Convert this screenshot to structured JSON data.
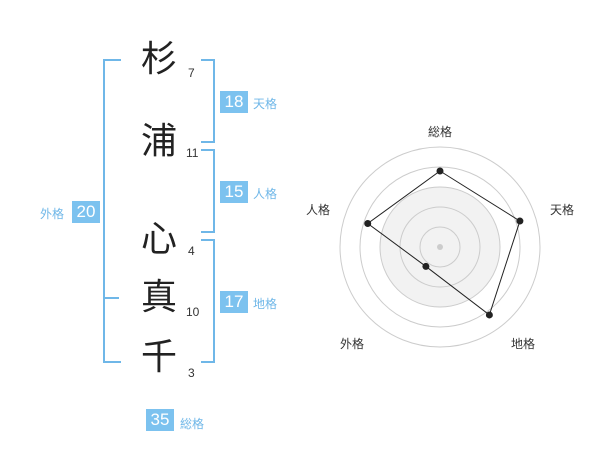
{
  "name": {
    "chars": [
      {
        "char": "杉",
        "strokes": "7"
      },
      {
        "char": "浦",
        "strokes": "11"
      },
      {
        "char": "心",
        "strokes": "4"
      },
      {
        "char": "真",
        "strokes": "10"
      },
      {
        "char": "千",
        "strokes": "3"
      }
    ]
  },
  "scores": {
    "tenkaku": {
      "value": "18",
      "label": "天格"
    },
    "jinkaku": {
      "value": "15",
      "label": "人格"
    },
    "chikaku": {
      "value": "17",
      "label": "地格"
    },
    "gaikaku": {
      "value": "20",
      "label": "外格"
    },
    "soukaku": {
      "value": "35",
      "label": "総格"
    }
  },
  "colors": {
    "accent": "#7cc2ef",
    "bracket": "#6fb7e8",
    "radar_fill": "#f2f2f2",
    "radar_ring": "#cccccc",
    "polygon_stroke": "#222222"
  },
  "chart_data": {
    "type": "radar",
    "axes": [
      "総格",
      "天格",
      "地格",
      "外格",
      "人格"
    ],
    "rings": 5,
    "max": 5,
    "values": [
      3.8,
      4.2,
      4.2,
      1.2,
      3.8
    ]
  }
}
